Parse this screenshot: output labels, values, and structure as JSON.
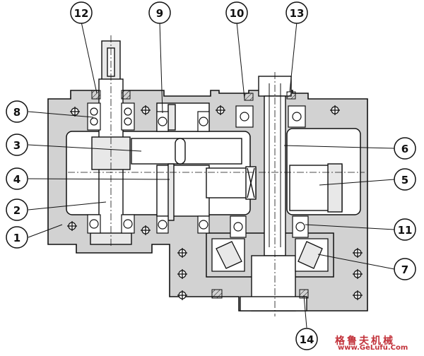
{
  "callouts": [
    {
      "id": "c12",
      "label": "12"
    },
    {
      "id": "c9",
      "label": "9"
    },
    {
      "id": "c10",
      "label": "10"
    },
    {
      "id": "c13",
      "label": "13"
    },
    {
      "id": "c8",
      "label": "8"
    },
    {
      "id": "c6",
      "label": "6"
    },
    {
      "id": "c3",
      "label": "3"
    },
    {
      "id": "c4",
      "label": "4"
    },
    {
      "id": "c5",
      "label": "5"
    },
    {
      "id": "c2",
      "label": "2"
    },
    {
      "id": "c1",
      "label": "1"
    },
    {
      "id": "c11",
      "label": "11"
    },
    {
      "id": "c7",
      "label": "7"
    },
    {
      "id": "c14",
      "label": "14"
    }
  ],
  "watermark": {
    "name_cn": "格鲁夫机械",
    "url": "www.GeLufu.Com"
  },
  "colors": {
    "housing": "#d2d2d2",
    "line": "#111111",
    "watermark": "#c2323a"
  }
}
